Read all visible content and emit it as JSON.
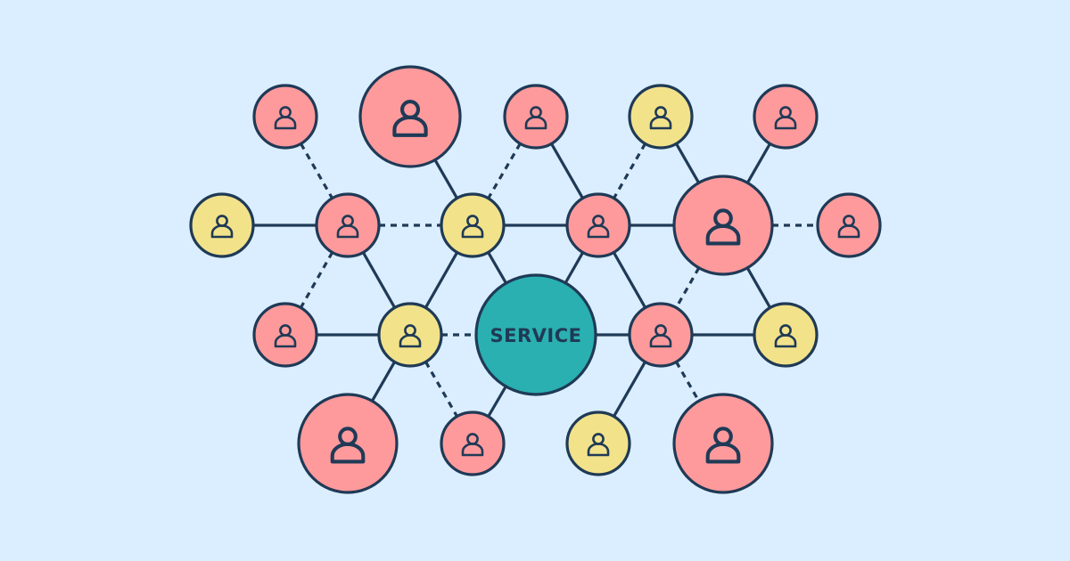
{
  "colors": {
    "background": "#dbeeff",
    "outline": "#1f3a56",
    "pink": "#ff9a9c",
    "yellow": "#f2e28a",
    "service": "#2ab0b0"
  },
  "service": {
    "label": "SERVICE",
    "color": "service"
  },
  "nodes": [
    {
      "id": "a",
      "color": "pink",
      "icon": "user-icon"
    },
    {
      "id": "b",
      "color": "pink",
      "icon": "user-icon"
    },
    {
      "id": "c",
      "color": "pink",
      "icon": "user-icon"
    },
    {
      "id": "d",
      "color": "yellow",
      "icon": "user-icon"
    },
    {
      "id": "e",
      "color": "pink",
      "icon": "user-icon"
    },
    {
      "id": "f",
      "color": "yellow",
      "icon": "user-icon"
    },
    {
      "id": "g",
      "color": "pink",
      "icon": "user-icon"
    },
    {
      "id": "h",
      "color": "yellow",
      "icon": "user-icon"
    },
    {
      "id": "i",
      "color": "pink",
      "icon": "user-icon"
    },
    {
      "id": "j",
      "color": "pink",
      "icon": "user-icon"
    },
    {
      "id": "k",
      "color": "pink",
      "icon": "user-icon"
    },
    {
      "id": "l",
      "color": "pink",
      "icon": "user-icon"
    },
    {
      "id": "m",
      "color": "yellow",
      "icon": "user-icon"
    },
    {
      "id": "n",
      "color": "pink",
      "icon": "user-icon"
    },
    {
      "id": "o",
      "color": "yellow",
      "icon": "user-icon"
    },
    {
      "id": "p",
      "color": "pink",
      "icon": "user-icon"
    },
    {
      "id": "q",
      "color": "pink",
      "icon": "user-icon"
    },
    {
      "id": "r",
      "color": "yellow",
      "icon": "user-icon"
    },
    {
      "id": "s",
      "color": "pink",
      "icon": "user-icon"
    },
    {
      "id": "t",
      "color": "yellow",
      "icon": "user-icon"
    },
    {
      "id": "u",
      "color": "pink",
      "icon": "user-icon"
    }
  ],
  "edges": [
    {
      "from": "a",
      "to": "g",
      "style": "dashed"
    },
    {
      "from": "b",
      "to": "h",
      "style": "solid"
    },
    {
      "from": "c",
      "to": "h",
      "style": "dashed"
    },
    {
      "from": "c",
      "to": "i",
      "style": "solid"
    },
    {
      "from": "d",
      "to": "i",
      "style": "dashed"
    },
    {
      "from": "d",
      "to": "j",
      "style": "solid"
    },
    {
      "from": "e",
      "to": "j",
      "style": "solid"
    },
    {
      "from": "f",
      "to": "g",
      "style": "solid"
    },
    {
      "from": "g",
      "to": "h",
      "style": "dashed"
    },
    {
      "from": "h",
      "to": "i",
      "style": "solid"
    },
    {
      "from": "i",
      "to": "j",
      "style": "solid"
    },
    {
      "from": "j",
      "to": "k",
      "style": "dashed"
    },
    {
      "from": "g",
      "to": "l",
      "style": "dashed"
    },
    {
      "from": "g",
      "to": "m",
      "style": "solid"
    },
    {
      "from": "h",
      "to": "m",
      "style": "solid"
    },
    {
      "from": "h",
      "to": "svc",
      "style": "solid"
    },
    {
      "from": "i",
      "to": "svc",
      "style": "solid"
    },
    {
      "from": "i",
      "to": "n",
      "style": "solid"
    },
    {
      "from": "j",
      "to": "n",
      "style": "dashed"
    },
    {
      "from": "j",
      "to": "o",
      "style": "solid"
    },
    {
      "from": "l",
      "to": "m",
      "style": "solid"
    },
    {
      "from": "m",
      "to": "svc",
      "style": "dashed"
    },
    {
      "from": "svc",
      "to": "n",
      "style": "solid"
    },
    {
      "from": "n",
      "to": "o",
      "style": "solid"
    },
    {
      "from": "m",
      "to": "p",
      "style": "solid"
    },
    {
      "from": "m",
      "to": "q",
      "style": "dashed"
    },
    {
      "from": "svc",
      "to": "q",
      "style": "solid"
    },
    {
      "from": "n",
      "to": "r",
      "style": "solid"
    },
    {
      "from": "n",
      "to": "s",
      "style": "dashed"
    }
  ]
}
